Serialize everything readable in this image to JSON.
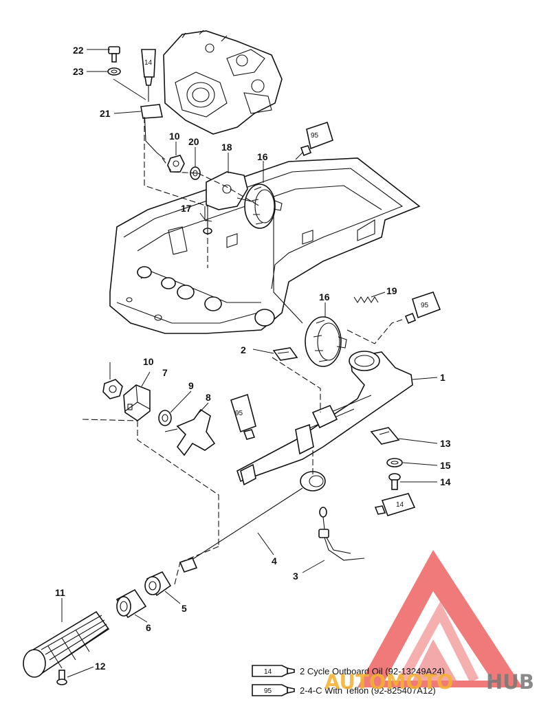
{
  "callouts": {
    "c1": "1",
    "c2": "2",
    "c3": "3",
    "c4": "4",
    "c5": "5",
    "c6": "6",
    "c7": "7",
    "c8": "8",
    "c9": "9",
    "c10a": "10",
    "c10b": "10",
    "c11": "11",
    "c12": "12",
    "c13": "13",
    "c14": "14",
    "c15": "15",
    "c16a": "16",
    "c16b": "16",
    "c17": "17",
    "c18": "18",
    "c19": "19",
    "c20": "20",
    "c21": "21",
    "c22": "22",
    "c23": "23"
  },
  "tubes": {
    "t_top": "14",
    "t_95a": "95",
    "t_95b": "95",
    "t_95c": "95",
    "t_14b": "14"
  },
  "legend": {
    "items": [
      {
        "code": "14",
        "text": "2 Cycle Outboard Oil (92-13249A24)"
      },
      {
        "code": "95",
        "text": "2-4-C  With Teflon (92-825407A12)"
      }
    ]
  },
  "watermark": {
    "brand_prefix": "AUTOMOTO",
    "brand_suffix": "HUB",
    "colors": {
      "logo": "#ef6b6b",
      "prefix": "#f3b232",
      "suffix": "#7a7a7a"
    }
  }
}
